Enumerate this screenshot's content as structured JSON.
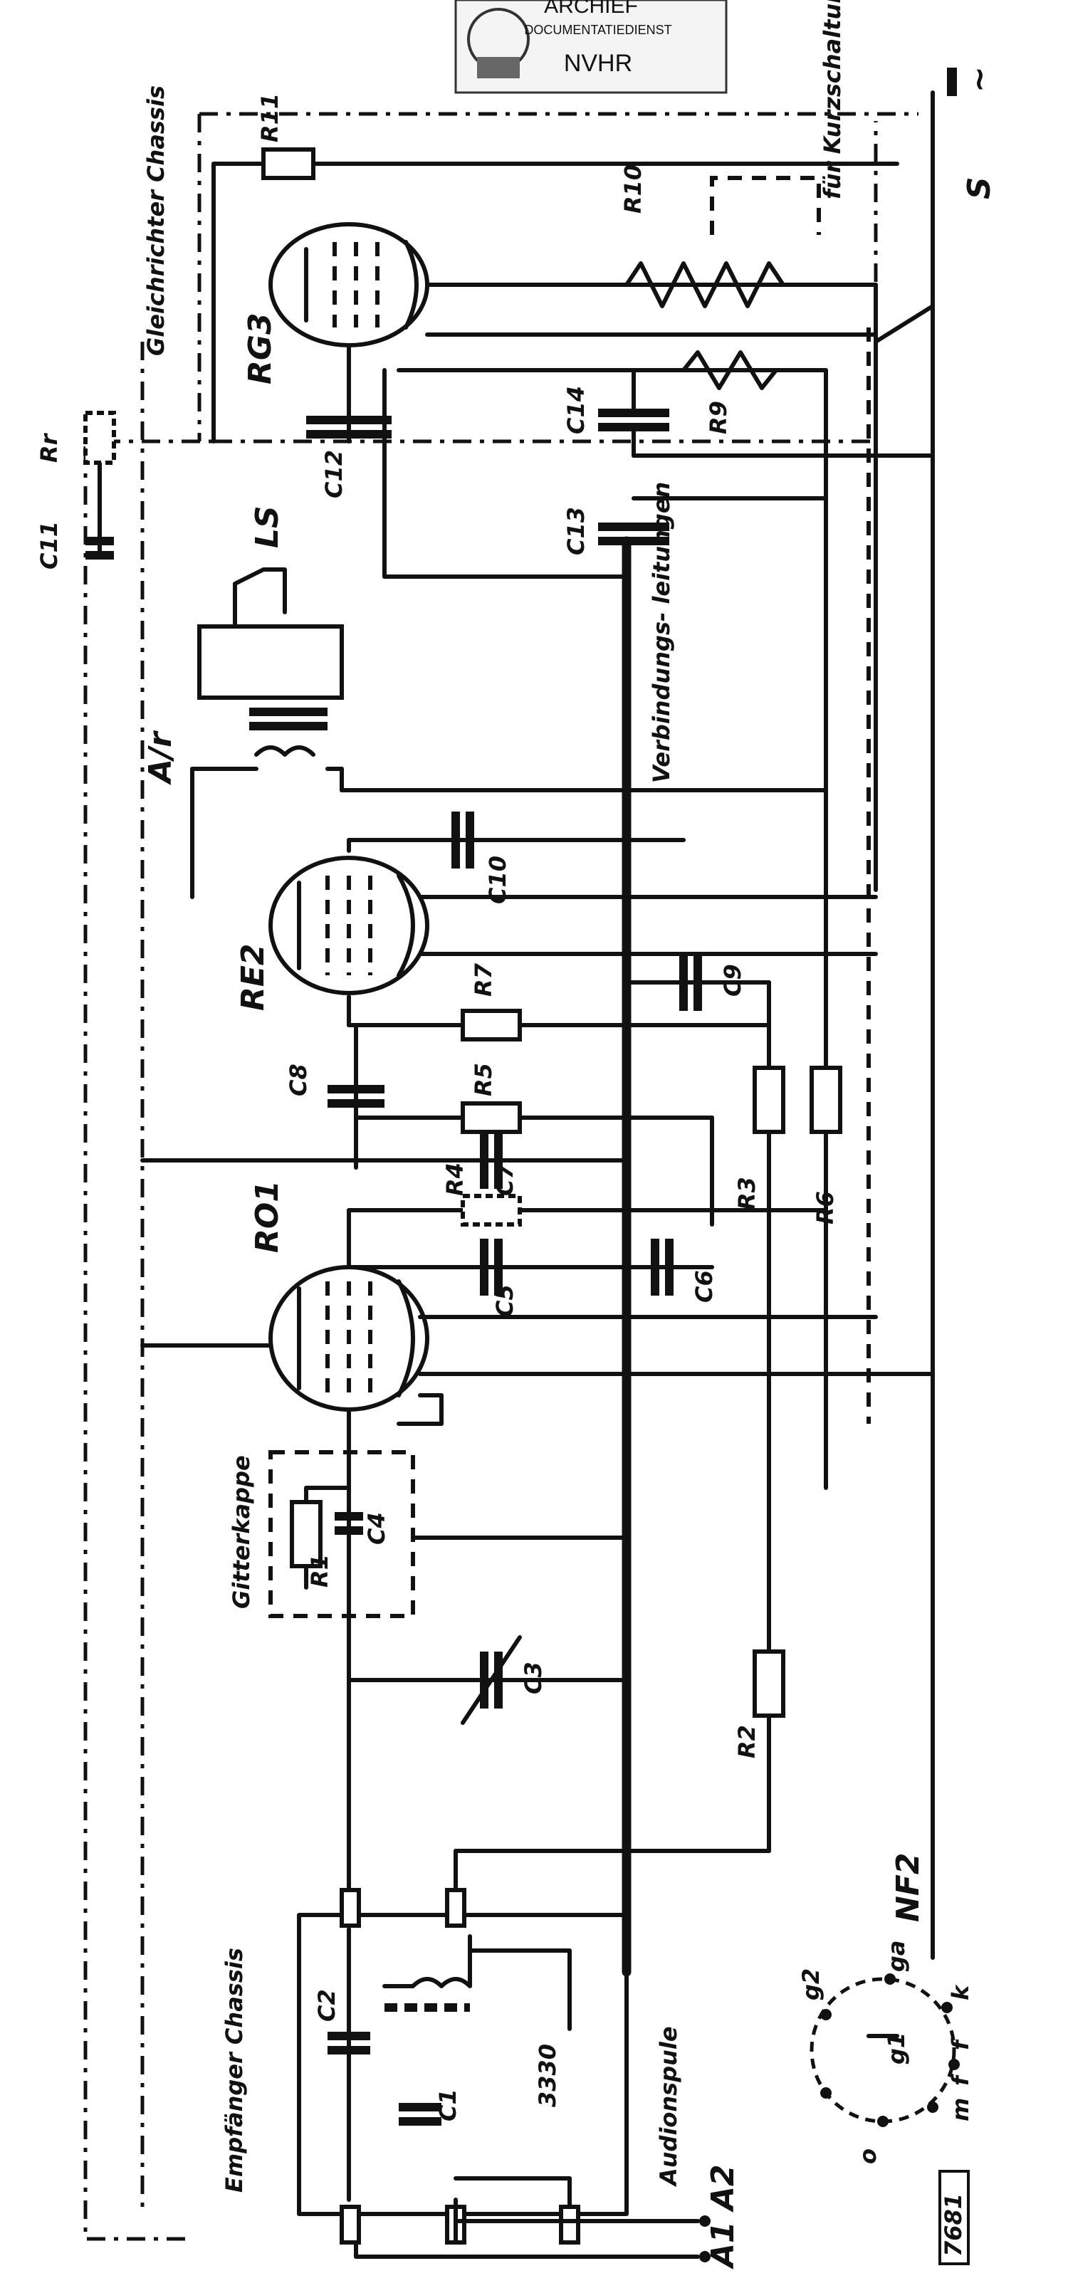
{
  "stamp": {
    "top": "ARCHIEF",
    "middle": "DOCUMENTATIEDIENST",
    "bottom": "NVHR"
  },
  "chassis": {
    "receiver": "Empfänger Chassis",
    "rectifier": "Gleichrichter Chassis",
    "coil": "Audionspule",
    "grid_cap": "Gitterkappe",
    "connections": "Verbindungs- leitungen",
    "shortwave": "für Kurzschaltung"
  },
  "tubes": {
    "v1": "RO1",
    "v2": "RE2",
    "v3": "RG3"
  },
  "components": {
    "c1": "C1",
    "c2": "C2",
    "c3": "C3",
    "c4": "C4",
    "c5": "C5",
    "c6": "C6",
    "c7": "C7",
    "c8": "C8",
    "c9": "C9",
    "c10": "C10",
    "c11": "C11",
    "c12": "C12",
    "c13": "C13",
    "c14": "C14",
    "r1": "R1",
    "r2": "R2",
    "r3": "R3",
    "r4": "R4",
    "r5": "R5",
    "r6": "R6",
    "r7": "R7",
    "r9": "R9",
    "r10": "R10",
    "r11": "R11",
    "rr": "Rr",
    "ls": "LS",
    "atr": "A/r",
    "coil_num": "3330",
    "ant": "A1 A2",
    "switch": "S",
    "mains": "~"
  },
  "pinout": {
    "title": "NF2",
    "g2": "g2",
    "ga": "ga",
    "g1": "g1",
    "k": "k",
    "o": "o",
    "m": "m",
    "f1": "f",
    "f2": "f"
  },
  "ref": "7681"
}
